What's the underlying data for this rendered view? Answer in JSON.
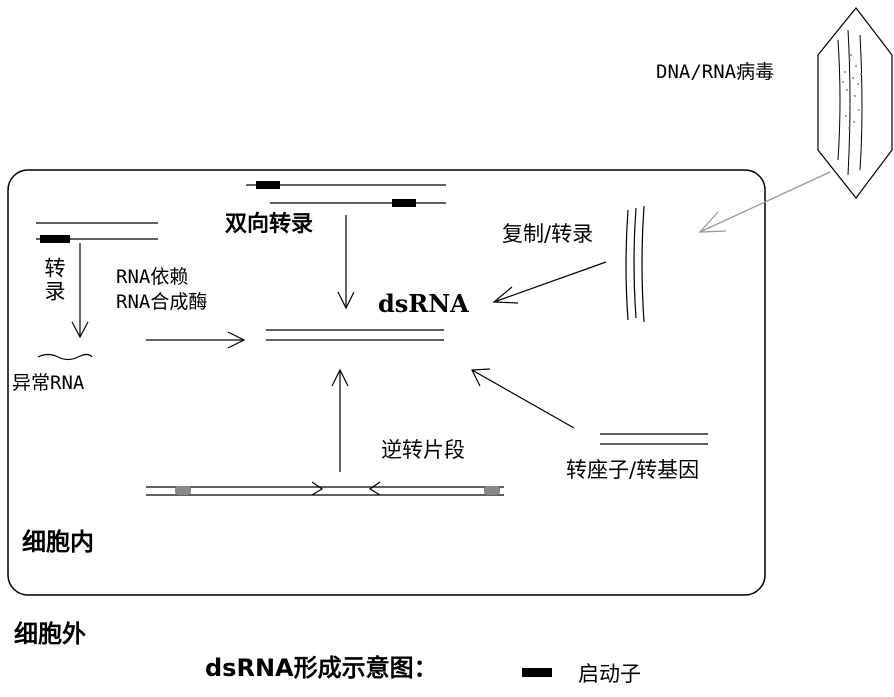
{
  "labels": {
    "virus": "DNA/RNA病毒",
    "replicate_transcribe": "复制/转录",
    "bidirectional": "双向转录",
    "dsrna": "dsRNA",
    "transcribe": "转录",
    "rdrp_line1": "RNA依赖",
    "rdrp_line2": "RNA合成酶",
    "aberrant_rna": "异常RNA",
    "inverted_segment": "逆转片段",
    "transposon": "转座子/转基因",
    "inside_cell": "细胞内",
    "outside_cell": "细胞外",
    "caption": "dsRNA形成示意图：",
    "legend_promoter": "启动子"
  },
  "colors": {
    "promoter": "#000000",
    "inverted_marker": "#888888",
    "virus_arrow": "#999999",
    "cell_border": "#000000"
  }
}
